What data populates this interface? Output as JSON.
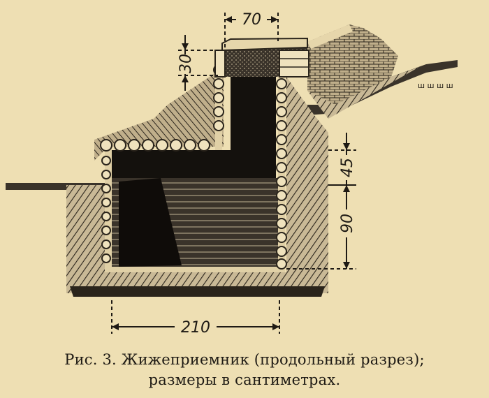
{
  "figure": {
    "dimensions": {
      "top_width": "70",
      "roof_thickness": "30",
      "upper_height": "45",
      "lower_height": "90",
      "base_width": "210"
    }
  },
  "caption": {
    "line1": "Рис. 3. Жижеприемник (продольный разрез);",
    "line2": "размеры в сантиметрах."
  }
}
